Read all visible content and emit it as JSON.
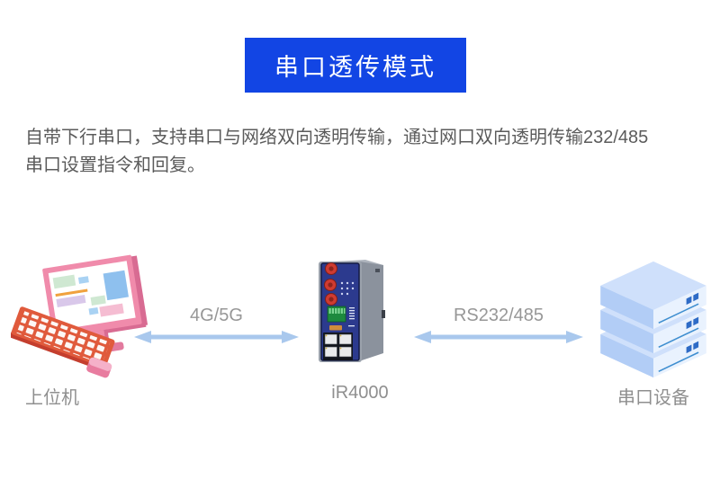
{
  "banner": {
    "title": "串口透传模式",
    "bg_color": "#1245e4",
    "text_color": "#ffffff"
  },
  "description": {
    "text": "自带下行串口，支持串口与网络双向透明传输，通过网口双向透明传输232/485串口设置指令和回复。"
  },
  "diagram": {
    "arrow_color": "#a9c8ed",
    "label_color": "#8f8f8f",
    "nodes": [
      {
        "id": "host-computer",
        "label": "上位机",
        "icon": "desktop-computer-illustration"
      },
      {
        "id": "router",
        "label": "iR4000",
        "icon": "industrial-router-illustration"
      },
      {
        "id": "serial-device",
        "label": "串口设备",
        "icon": "server-stack-illustration"
      }
    ],
    "links": [
      {
        "from": "host-computer",
        "to": "router",
        "label": "4G/5G",
        "direction": "bidirectional"
      },
      {
        "from": "router",
        "to": "serial-device",
        "label": "RS232/485",
        "direction": "bidirectional"
      }
    ]
  }
}
